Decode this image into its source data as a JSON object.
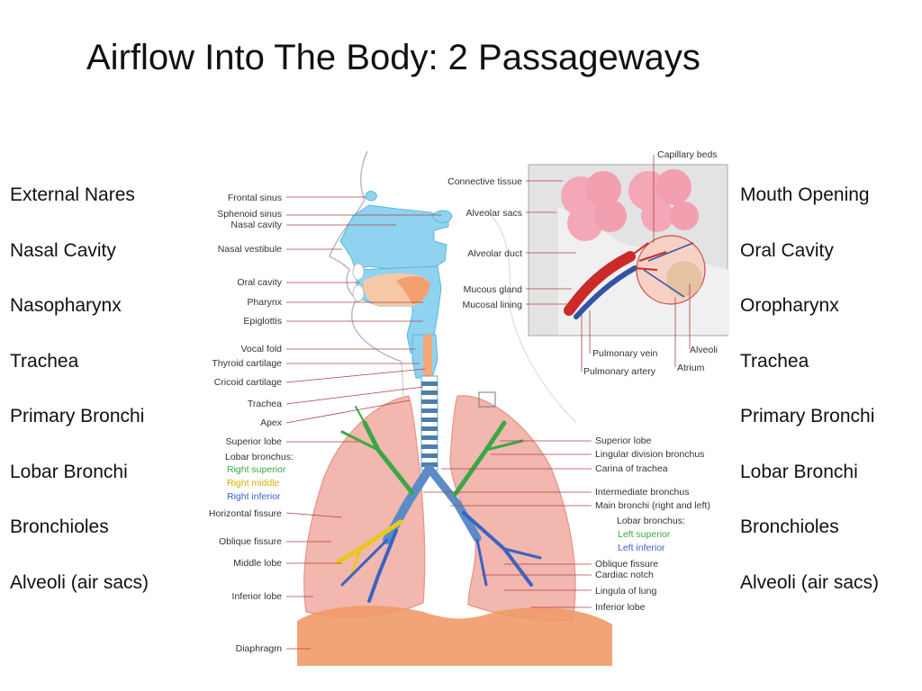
{
  "title": "Airflow Into The Body: 2 Passageways",
  "left_list": [
    "External Nares",
    "Nasal Cavity",
    "Nasopharynx",
    "Trachea",
    "Primary Bronchi",
    "Lobar Bronchi",
    "Bronchioles",
    "Alveoli (air sacs)"
  ],
  "right_list": [
    "Mouth Opening",
    "Oral Cavity",
    "Oropharynx",
    "Trachea",
    "Primary Bronchi",
    "Lobar Bronchi",
    "Bronchioles",
    "Alveoli (air sacs)"
  ],
  "diagram_labels": {
    "frontal_sinus": "Frontal sinus",
    "sphenoid_sinus": "Sphenoid sinus",
    "nasal_cavity": "Nasal cavity",
    "nasal_vestibule": "Nasal vestibule",
    "oral_cavity": "Oral cavity",
    "pharynx": "Pharynx",
    "epiglottis": "Epiglottis",
    "vocal_fold": "Vocal fold",
    "thyroid_cartilage": "Thyroid cartilage",
    "cricoid_cartilage": "Cricoid cartilage",
    "trachea": "Trachea",
    "apex": "Apex",
    "superior_lobe_left": "Superior lobe",
    "lobar_bronchus_left": "Lobar bronchus:",
    "right_superior": "Right superior",
    "right_middle": "Right middle",
    "right_inferior": "Right inferior",
    "horizontal_fissure": "Horizontal fissure",
    "oblique_fissure_left": "Oblique fissure",
    "middle_lobe": "Middle lobe",
    "inferior_lobe_left": "Inferior lobe",
    "diaphragm": "Diaphragm",
    "connective_tissue": "Connective tissue",
    "capillary_beds": "Capillary beds",
    "alveolar_sacs": "Alveolar sacs",
    "alveolar_duct": "Alveolar duct",
    "mucous_gland": "Mucous gland",
    "mucosal_lining": "Mucosal lining",
    "pulmonary_vein": "Pulmonary vein",
    "alveoli": "Alveoli",
    "pulmonary_artery": "Pulmonary artery",
    "atrium": "Atrium",
    "superior_lobe_right": "Superior lobe",
    "lingular_division": "Lingular division bronchus",
    "carina": "Carina of trachea",
    "intermediate_bronchus": "Intermediate bronchus",
    "main_bronchi": "Main bronchi (right and left)",
    "lobar_bronchus_right": "Lobar bronchus:",
    "left_superior": "Left superior",
    "left_inferior": "Left inferior",
    "oblique_fissure_right": "Oblique fissure",
    "cardiac_notch": "Cardiac notch",
    "lingula": "Lingula of lung",
    "inferior_lobe_right": "Inferior lobe"
  },
  "colors": {
    "right_superior": "#3aa845",
    "right_middle": "#e8c81e",
    "right_inferior": "#3b62c4",
    "left_superior": "#3aa845",
    "left_inferior": "#3b62c4",
    "airway": "#8fd3f0",
    "lung": "#f2b7ae",
    "diaphragm": "#ef9a68"
  }
}
